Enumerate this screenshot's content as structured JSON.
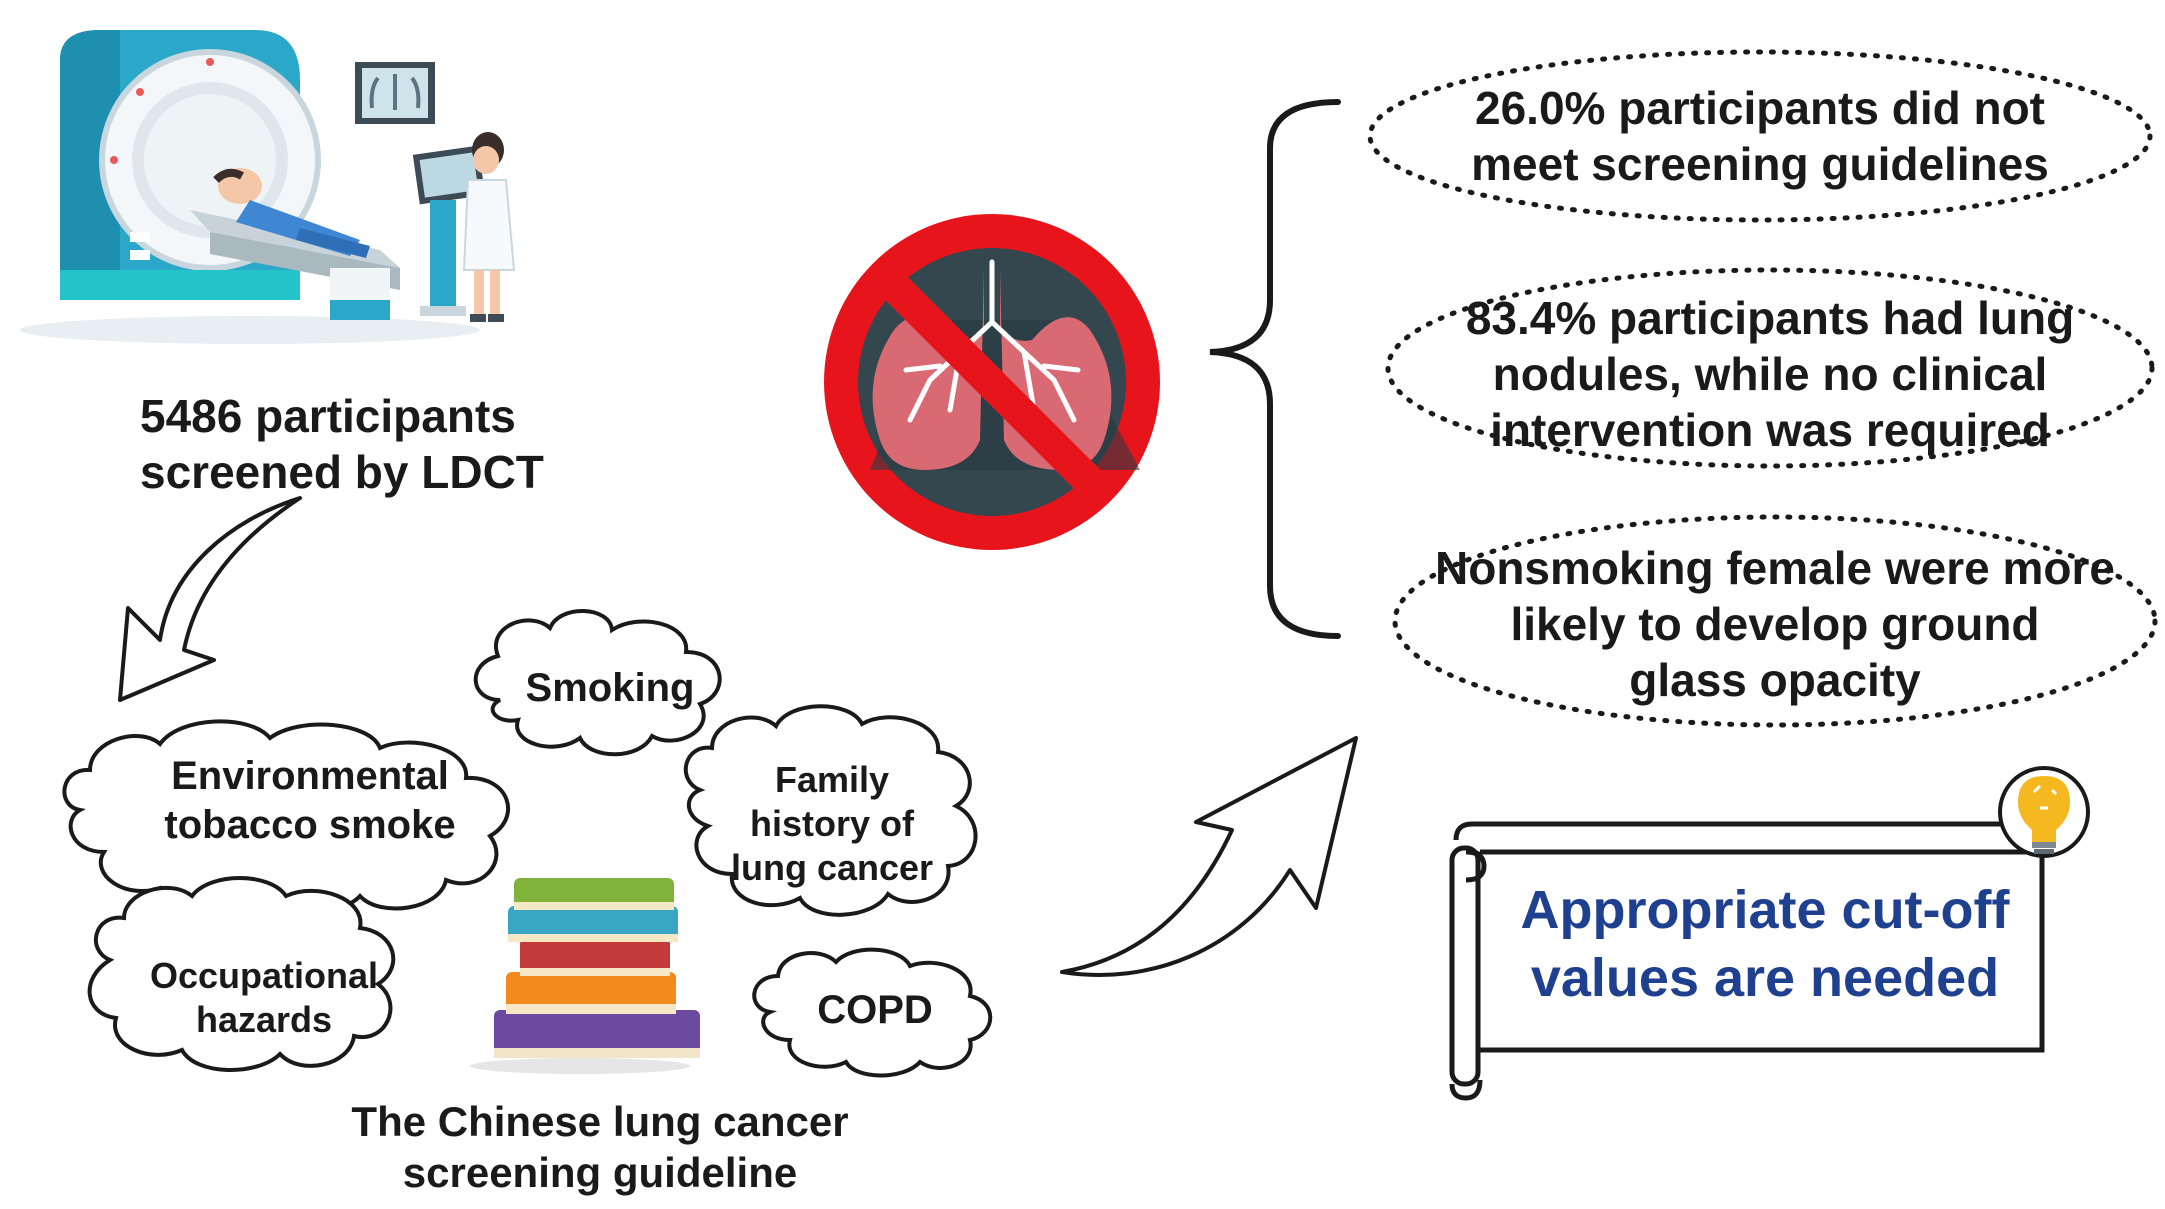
{
  "ldct": {
    "caption_line1": "5486 participants",
    "caption_line2": "screened by LDCT"
  },
  "guideline": {
    "title_line1": "The Chinese lung cancer",
    "title_line2": "screening guideline",
    "clouds": {
      "smoking": "Smoking",
      "env_line1": "Environmental",
      "env_line2": "tobacco smoke",
      "family_line1": "Family",
      "family_line2": "history of",
      "family_line3": "lung cancer",
      "occ_line1": "Occupational",
      "occ_line2": "hazards",
      "copd": "COPD"
    }
  },
  "findings": [
    {
      "line1": "26.0% participants did not",
      "line2": "meet screening guidelines"
    },
    {
      "line1": "83.4% participants had lung",
      "line2": "nodules, while no clinical",
      "line3": "intervention was required"
    },
    {
      "line1": "Nonsmoking female were more",
      "line2": "likely to develop ground",
      "line3": "glass opacity"
    }
  ],
  "conclusion": {
    "line1": "Appropriate cut-off",
    "line2": "values are needed"
  },
  "icons": [
    "ct-scanner-icon",
    "no-lungs-icon",
    "books-icon",
    "lightbulb-icon"
  ],
  "colors": {
    "prohibition_red": "#e8141c",
    "ct_teal": "#29a3c6",
    "conclusion_blue": "#1f3f8f",
    "lung_pink": "#d96a73"
  }
}
